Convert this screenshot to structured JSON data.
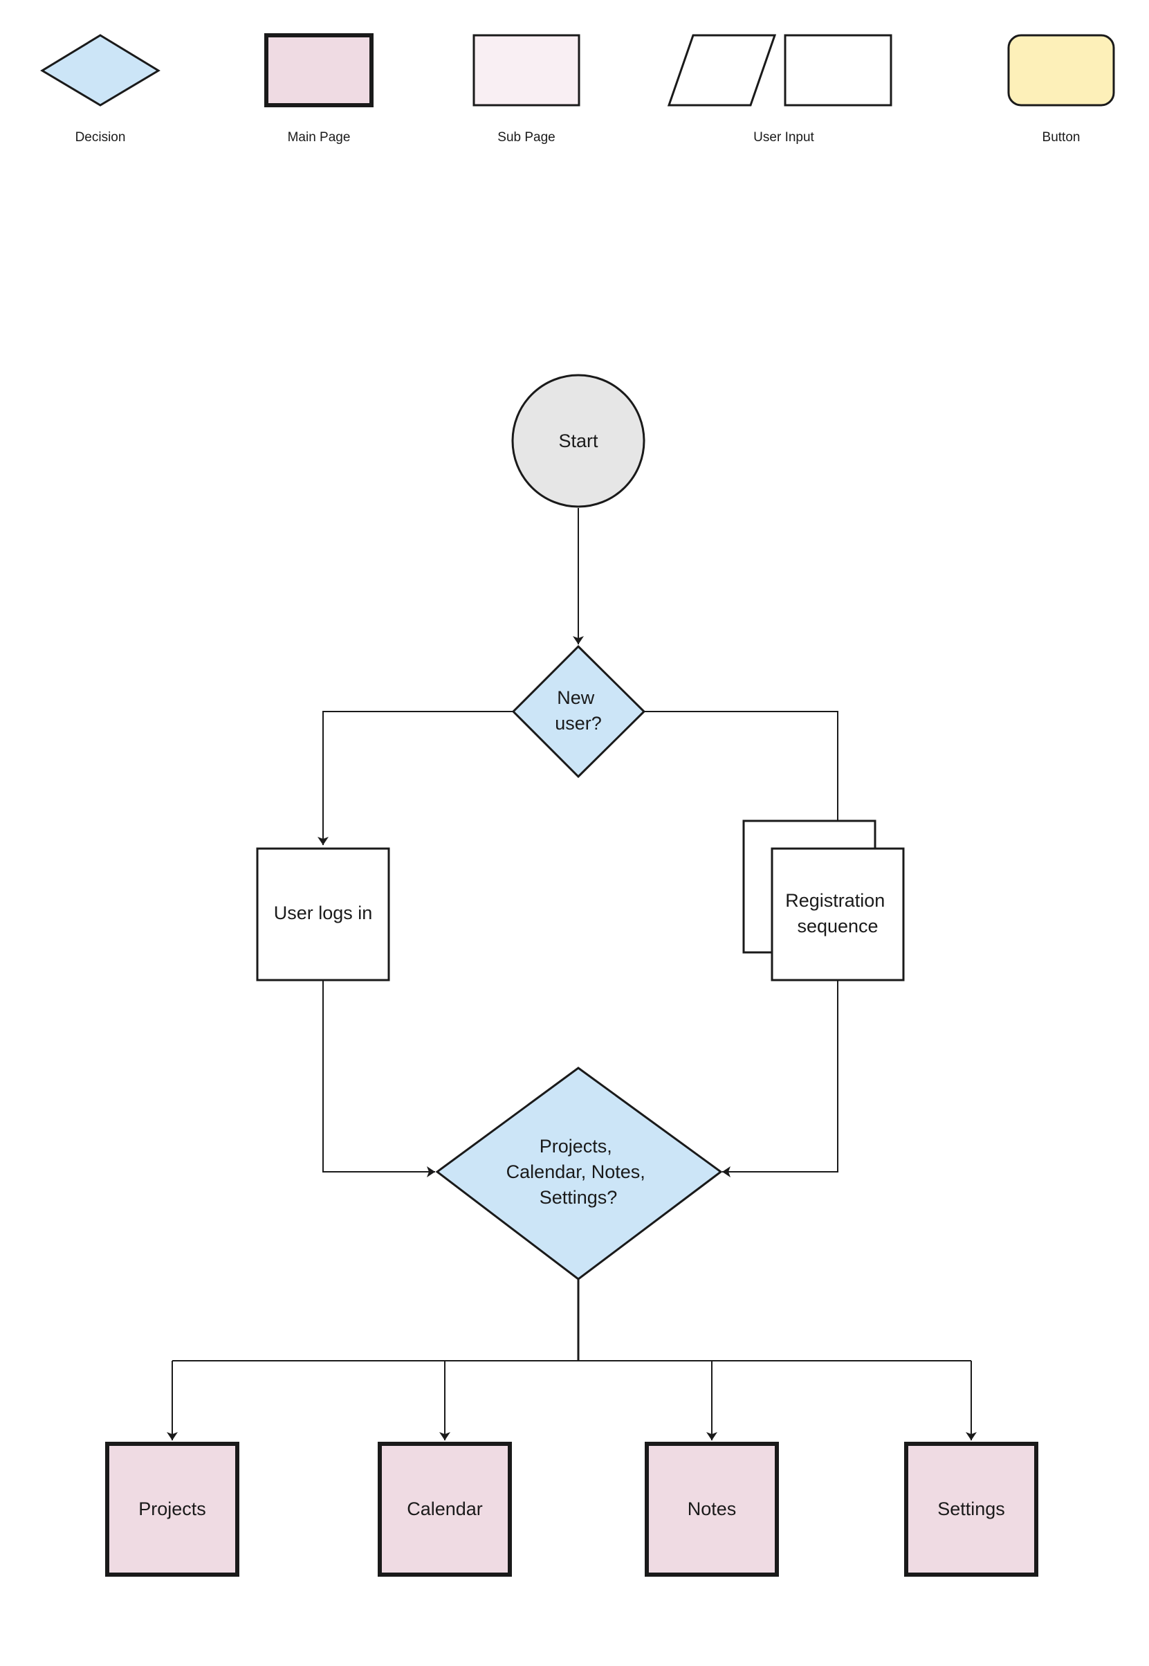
{
  "colors": {
    "stroke": "#1a1a1a",
    "decision_fill": "#cce5f7",
    "main_page_fill": "#efdbe3",
    "sub_page_fill": "#f9eff3",
    "button_fill": "#fdf0b9",
    "start_fill": "#e6e6e6",
    "page_background": "#ffffff"
  },
  "legend": {
    "decision": "Decision",
    "main_page": "Main Page",
    "sub_page": "Sub Page",
    "user_input": "User Input",
    "button": "Button"
  },
  "nodes": {
    "start": "Start",
    "new_user": [
      "New",
      "user?"
    ],
    "user_logs_in": "User logs in",
    "registration": [
      "Registration",
      "sequence"
    ],
    "section_choice": [
      "Projects,",
      "Calendar, Notes,",
      "Settings?"
    ],
    "projects": "Projects",
    "calendar": "Calendar",
    "notes": "Notes",
    "settings": "Settings"
  },
  "edges": [
    {
      "from": "start",
      "to": "new_user"
    },
    {
      "from": "new_user",
      "to": "user_logs_in"
    },
    {
      "from": "new_user",
      "to": "registration"
    },
    {
      "from": "user_logs_in",
      "to": "section_choice"
    },
    {
      "from": "registration",
      "to": "section_choice"
    },
    {
      "from": "section_choice",
      "to": "projects"
    },
    {
      "from": "section_choice",
      "to": "calendar"
    },
    {
      "from": "section_choice",
      "to": "notes"
    },
    {
      "from": "section_choice",
      "to": "settings"
    }
  ]
}
